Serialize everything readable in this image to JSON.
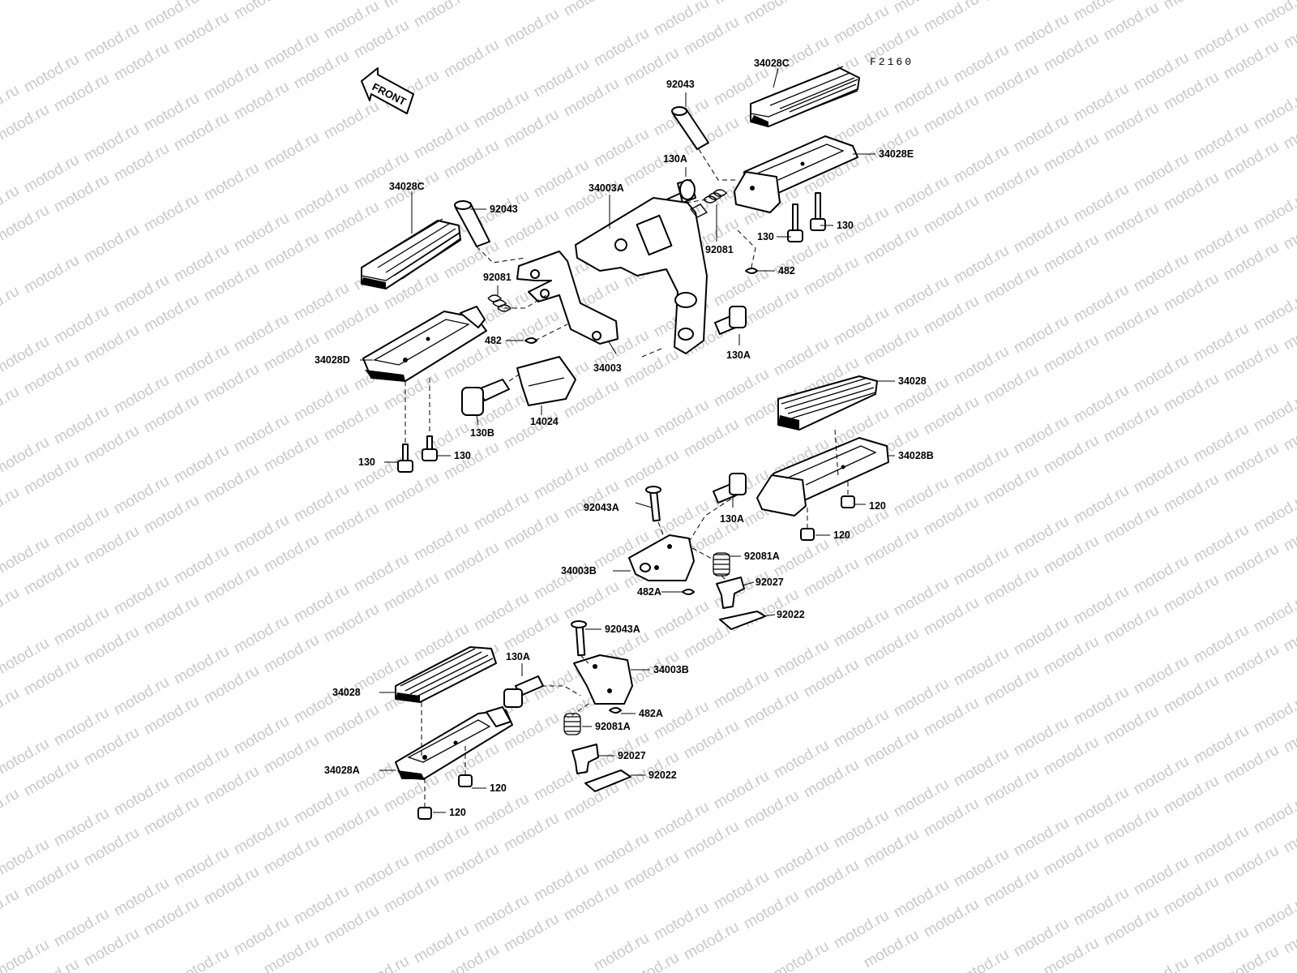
{
  "diagram": {
    "code": "F2160",
    "front_label": "FRONT",
    "watermark": "motod.ru",
    "labels": {
      "p34028C_right": "34028C",
      "p92043_top": "92043",
      "p34028E": "34028E",
      "p130A_top": "130A",
      "p34003A": "34003A",
      "p130_r1": "130",
      "p130_r2": "130",
      "p92081_right": "92081",
      "p482_right": "482",
      "p34028C_left": "34028C",
      "p92043_left": "92043",
      "p92081_left": "92081",
      "p482_left": "482",
      "p34028D": "34028D",
      "p34003": "34003",
      "p130A_mid": "130A",
      "p130B": "130B",
      "p14024": "14024",
      "p130_l1": "130",
      "p130_l2": "130",
      "p34028_right": "34028",
      "p34028B": "34028B",
      "p92043A_mid": "92043A",
      "p130A_rear": "130A",
      "p120_r1": "120",
      "p120_r2": "120",
      "p92081A_mid": "92081A",
      "p34003B_mid": "34003B",
      "p482A_mid": "482A",
      "p92027_mid": "92027",
      "p92022_mid": "92022",
      "p92043A_low": "92043A",
      "p130A_low": "130A",
      "p34003B_low": "34003B",
      "p34028_left": "34028",
      "p482A_low": "482A",
      "p92081A_low": "92081A",
      "p92027_low": "92027",
      "p34028A": "34028A",
      "p92022_low": "92022",
      "p120_l1": "120",
      "p120_l2": "120"
    }
  }
}
